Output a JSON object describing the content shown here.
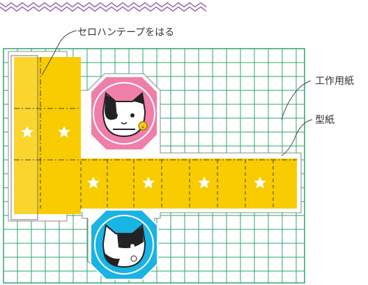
{
  "labels": {
    "tape": "セロハンテープをはる",
    "graph_paper": "工作用紙",
    "template": "型紙"
  },
  "colors": {
    "grid": "#2ea56b",
    "yellow": "#f8cc00",
    "pink": "#ef7fa8",
    "cyan": "#19b3e4",
    "zigzag": "#9b6fb0",
    "outline": "#555555"
  },
  "icons": [
    "zigzag-border",
    "star-icon",
    "cat-face-icon",
    "bell-icon"
  ]
}
